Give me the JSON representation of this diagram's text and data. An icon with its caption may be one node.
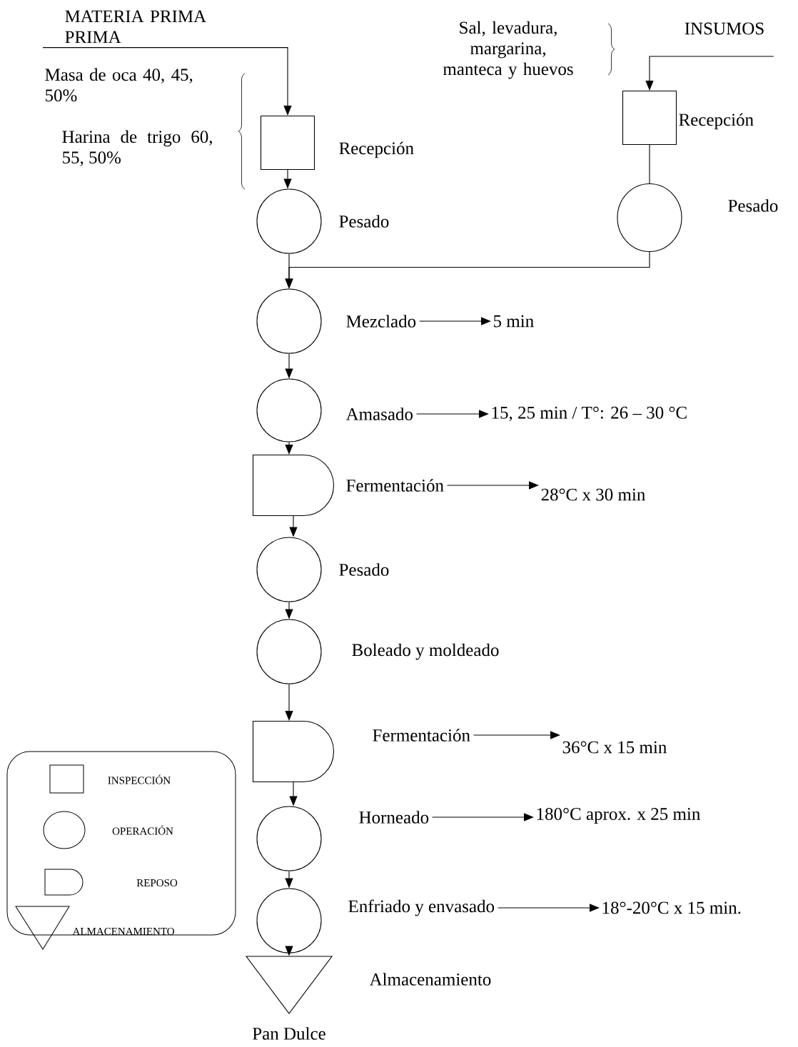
{
  "diagram": {
    "nodes": [
      {
        "text": [
          "MATERIA PRIMA PRIMA"
        ]
      },
      {
        "text": [
          "INSUMOS"
        ]
      },
      {
        "text": [],
        "shape": "box",
        "beside": [
          "Recepción"
        ]
      },
      {
        "text": [],
        "shape": "box",
        "beside": [
          "Recepción"
        ]
      },
      {
        "text": [],
        "shape": "circle",
        "beside": [
          "Pesado"
        ]
      },
      {
        "text": [],
        "shape": "circle",
        "beside": [
          "Pesado"
        ]
      },
      {
        "text": [],
        "shape": "circle",
        "beside": [
          "Mezclado"
        ]
      },
      {
        "text": [
          "5 min"
        ]
      },
      {
        "text": [],
        "shape": "circle",
        "beside": [
          "Amasado"
        ]
      },
      {
        "text": [
          "15, 25 min / T°: 26 – 30 °C"
        ]
      },
      {
        "text": [],
        "shape": "delay",
        "beside": [
          "Fermentación"
        ]
      },
      {
        "text": [
          "28°C x 30 min"
        ]
      },
      {
        "text": [],
        "shape": "circle",
        "beside": [
          "Pesado"
        ]
      },
      {
        "text": [],
        "shape": "circle",
        "beside": [
          "Boleado y  moldeado"
        ]
      },
      {
        "text": [],
        "shape": "delay",
        "beside": [
          "Fermentación"
        ]
      },
      {
        "text": [
          "36°C x 15 min"
        ]
      },
      {
        "text": [],
        "shape": "circle",
        "beside": [
          "Horneado"
        ]
      },
      {
        "text": [
          "180°C aprox. x 25 min"
        ]
      },
      {
        "text": [],
        "shape": "circle",
        "beside": [
          "Enfriado y envasado"
        ]
      },
      {
        "text": [
          "18°-20°C x 15 min."
        ]
      },
      {
        "text": [],
        "shape": "triangle",
        "beside": [
          "Almacenamiento",
          "Pan Dulce"
        ]
      }
    ],
    "edges": [
      {
        "from": 0,
        "to": 2,
        "arrow": "to"
      },
      {
        "from": 2,
        "to": 4,
        "arrow": "to"
      },
      {
        "from": 4,
        "to": 6,
        "arrow": "to"
      },
      {
        "from": 1,
        "to": 3,
        "arrow": "to"
      },
      {
        "from": 3,
        "to": 5,
        "arrow": "none"
      },
      {
        "from": 5,
        "to": 6,
        "arrow": "to"
      },
      {
        "from": 6,
        "to": 8,
        "arrow": "to"
      },
      {
        "from": 8,
        "to": 10,
        "arrow": "to"
      },
      {
        "from": 10,
        "to": 12,
        "arrow": "to"
      },
      {
        "from": 12,
        "to": 13,
        "arrow": "to"
      },
      {
        "from": 13,
        "to": 14,
        "arrow": "to"
      },
      {
        "from": 14,
        "to": 16,
        "arrow": "to"
      },
      {
        "from": 16,
        "to": 18,
        "arrow": "to"
      },
      {
        "from": 18,
        "to": 20,
        "arrow": "to"
      },
      {
        "from": 6,
        "to": 7,
        "arrow": "to"
      },
      {
        "from": 8,
        "to": 9,
        "arrow": "to"
      },
      {
        "from": 10,
        "to": 11,
        "arrow": "to"
      },
      {
        "from": 14,
        "to": 15,
        "arrow": "to"
      },
      {
        "from": 16,
        "to": 17,
        "arrow": "to"
      },
      {
        "from": 18,
        "to": 19,
        "arrow": "to"
      }
    ],
    "labels": [
      "Sal, levadura, margarina, manteca y huevos",
      "Masa de oca 40, 45, 50%",
      "Harina de trigo 60, 55, 50%"
    ],
    "legend": [
      {
        "text": "INSPECCIÓN"
      },
      {
        "text": "OPERACIÓN"
      },
      {
        "text": "REPOSO"
      },
      {
        "text": "ALMACENAMIENTO"
      }
    ]
  }
}
